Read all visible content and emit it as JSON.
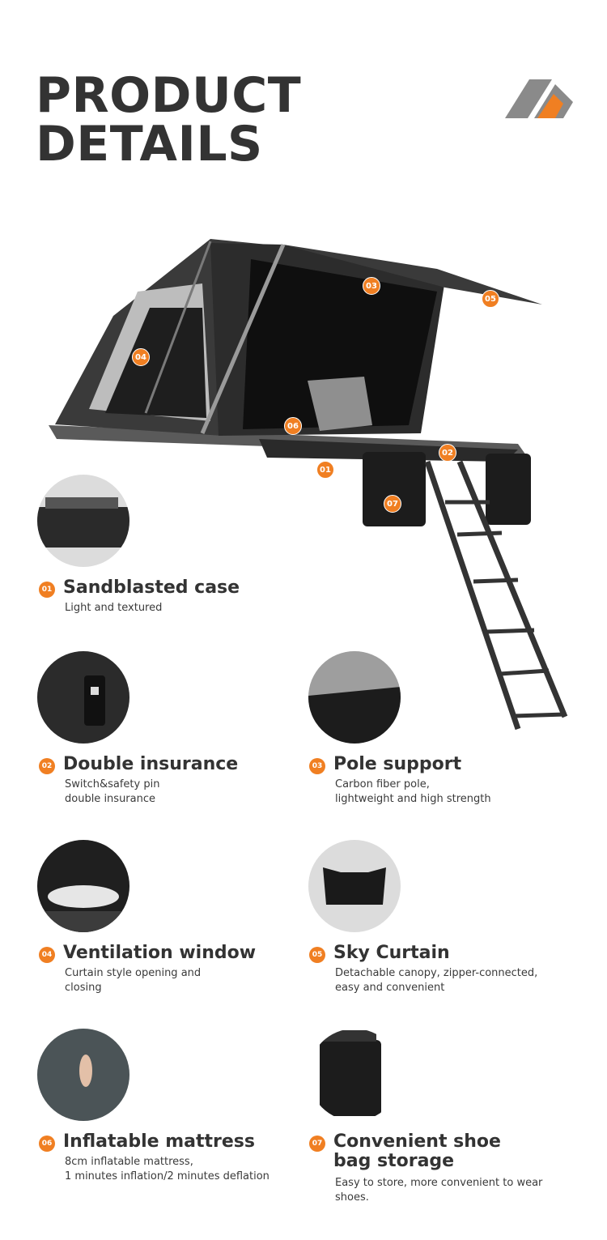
{
  "header": {
    "title_line1": "PRODUCT",
    "title_line2": "DETAILS",
    "logo_icon": "brand-mountain-logo"
  },
  "hero": {
    "markers": [
      "01",
      "02",
      "03",
      "04",
      "05",
      "06",
      "07"
    ]
  },
  "colors": {
    "accent": "#f07f22",
    "logo_gray": "#8a8a8a",
    "heading": "#333333",
    "thumb_bg": "#dcdcdc"
  },
  "features": [
    {
      "num": "01",
      "title": "Sandblasted case",
      "desc": "Light and textured"
    },
    {
      "num": "02",
      "title": "Double insurance",
      "desc": "Switch&safety pin\ndouble insurance"
    },
    {
      "num": "03",
      "title": "Pole support",
      "desc": "Carbon fiber pole,\nlightweight and high strength"
    },
    {
      "num": "04",
      "title": "Ventilation window",
      "desc": "Curtain style opening and\nclosing"
    },
    {
      "num": "05",
      "title": "Sky Curtain",
      "desc": "Detachable canopy, zipper-connected,\neasy and convenient"
    },
    {
      "num": "06",
      "title": "Inflatable mattress",
      "desc": "8cm inflatable mattress,\n1 minutes inflation/2 minutes deflation"
    },
    {
      "num": "07",
      "title": "Convenient shoe\nbag storage",
      "desc": "Easy to store, more convenient to wear\nshoes."
    }
  ]
}
